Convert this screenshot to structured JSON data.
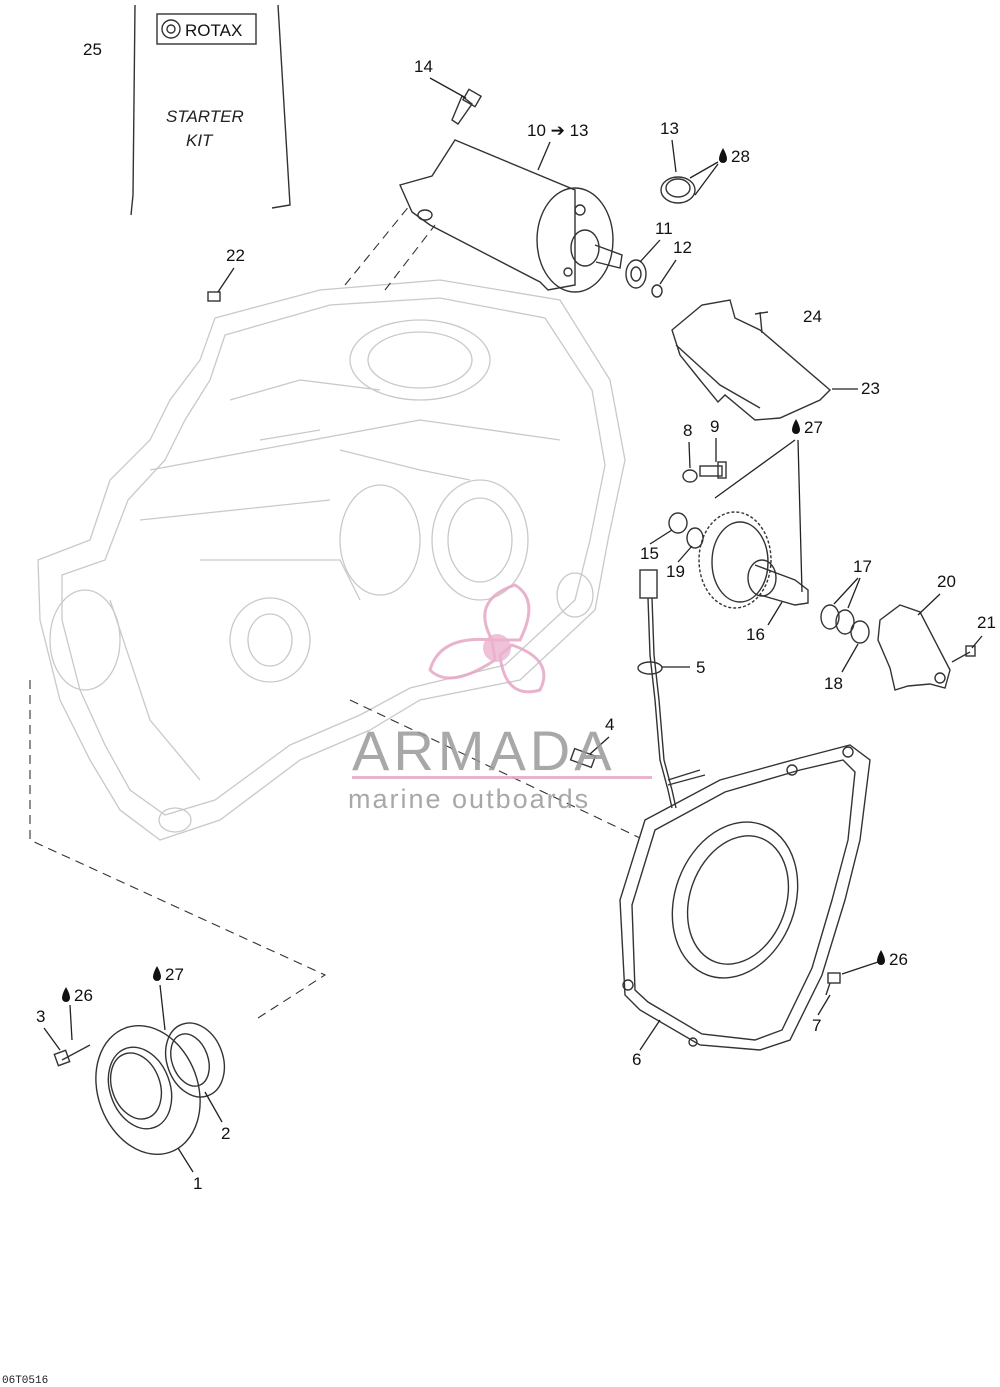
{
  "kit": {
    "brand": "ROTAX",
    "line1": "STARTER",
    "line2": "KIT"
  },
  "callouts": {
    "c1": "1",
    "c2": "2",
    "c3": "3",
    "c4": "4",
    "c5": "5",
    "c6": "6",
    "c7": "7",
    "c8": "8",
    "c9": "9",
    "c10": "10",
    "c11": "11",
    "c12": "12",
    "c13": "13",
    "c14": "14",
    "c15": "15",
    "c16": "16",
    "c17": "17",
    "c18": "18",
    "c19": "19",
    "c20": "20",
    "c21": "21",
    "c22": "22",
    "c23": "23",
    "c24": "24",
    "c25": "25",
    "c10to13": "10 ➔ 13"
  },
  "lubricants": {
    "l26": "26",
    "l27": "27",
    "l28": "28"
  },
  "watermark": {
    "name": "ARMADA",
    "tagline": "marine outboards"
  },
  "reference": "06T0516"
}
